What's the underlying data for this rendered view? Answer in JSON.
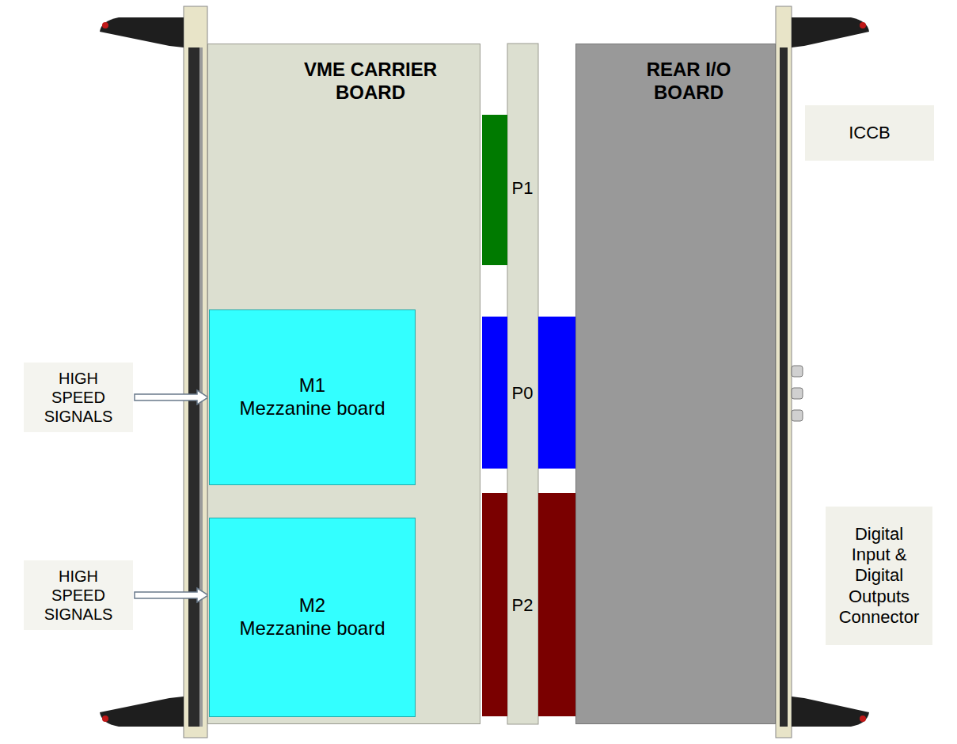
{
  "diagram": {
    "nodes": [
      {
        "text": [
          "VME CARRIER BOARD"
        ]
      },
      {
        "text": [
          "M1",
          "Mezzanine board"
        ],
        "in": 0
      },
      {
        "text": [
          "M2",
          "Mezzanine board"
        ],
        "in": 0
      },
      {
        "text": [
          "REAR I/O BOARD"
        ]
      },
      {
        "text": [
          "ICCB"
        ]
      },
      {
        "text": [
          "Digital Input & Digital Outputs Connector"
        ]
      },
      {
        "text": [
          "HIGH SPEED SIGNALS"
        ]
      },
      {
        "text": [
          "HIGH SPEED SIGNALS"
        ]
      }
    ],
    "edges": [
      {
        "from": 6,
        "to": 1,
        "arrow": "to"
      },
      {
        "from": 7,
        "to": 2,
        "arrow": "to"
      }
    ],
    "labels": [
      "P1",
      "P0",
      "P2"
    ]
  }
}
